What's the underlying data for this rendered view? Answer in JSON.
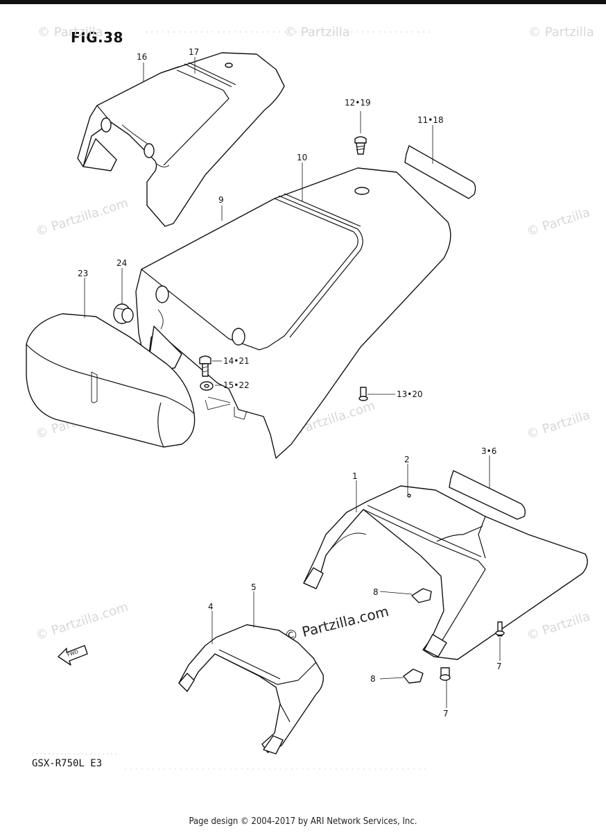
{
  "figure": {
    "title": "FIG.38",
    "model": "GSX-R750L  E3",
    "footer": "Page design © 2004-2017 by ARI Network Services, Inc.",
    "watermark_small": "© Partzilla",
    "watermark_small_com": "© Partzilla.com",
    "watermark_main": "© Partzilla.com",
    "fwd_label": "FWD"
  },
  "callouts": {
    "p1": "1",
    "p2": "2",
    "p3_6": "3•6",
    "p4": "4",
    "p5": "5",
    "p7a": "7",
    "p7b": "7",
    "p8a": "8",
    "p8b": "8",
    "p9": "9",
    "p10": "10",
    "p11_18": "11•18",
    "p12_19": "12•19",
    "p13_20": "13•20",
    "p14_21": "14•21",
    "p15_22": "15•22",
    "p16": "16",
    "p17": "17",
    "p23": "23",
    "p24": "24"
  }
}
